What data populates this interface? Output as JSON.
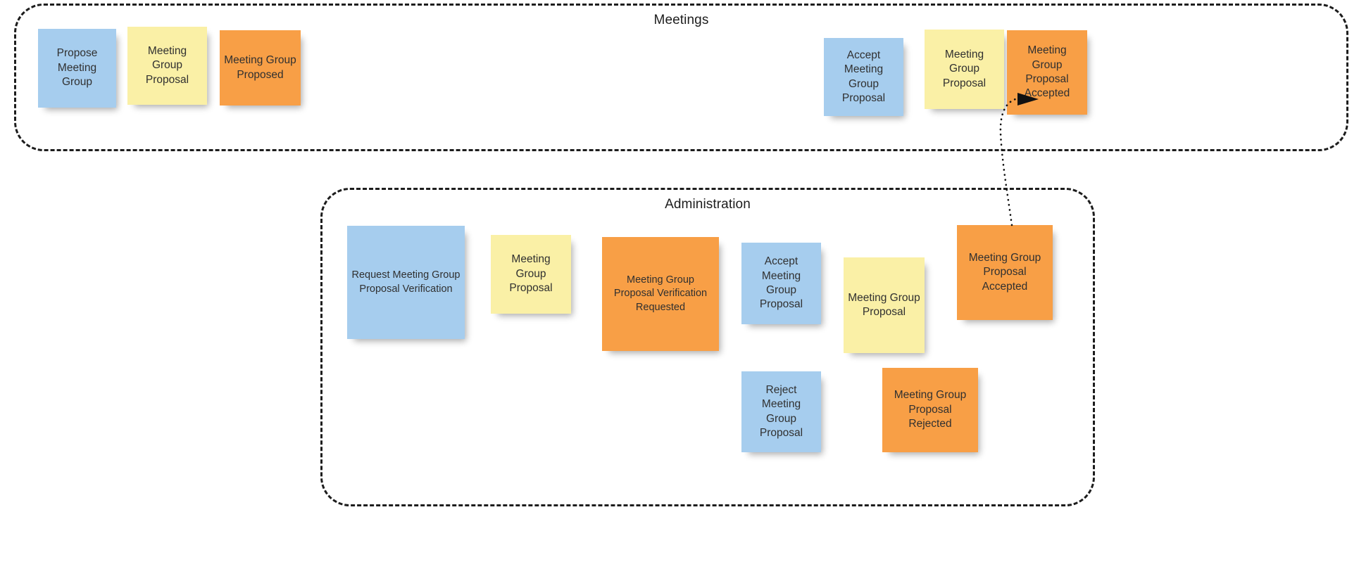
{
  "diagram": {
    "type": "event-storming-board",
    "background_color": "#ffffff",
    "palette": {
      "command": "#a6cdee",
      "aggregate": "#faf0a6",
      "event": "#f89f46",
      "boundary": "#1d1d1d",
      "text": "#303030"
    }
  },
  "contexts": [
    {
      "id": "meetings",
      "title": "Meetings",
      "stickies": [
        {
          "id": "m1",
          "kind": "command",
          "label": "Propose Meeting Group"
        },
        {
          "id": "m2",
          "kind": "aggregate",
          "label": "Meeting Group Proposal"
        },
        {
          "id": "m3",
          "kind": "event",
          "label": "Meeting Group Proposed"
        },
        {
          "id": "m4",
          "kind": "command",
          "label": "Accept Meeting Group Proposal"
        },
        {
          "id": "m5",
          "kind": "aggregate",
          "label": "Meeting Group Proposal"
        },
        {
          "id": "m6",
          "kind": "event",
          "label": "Meeting Group Proposal Accepted"
        }
      ]
    },
    {
      "id": "administration",
      "title": "Administration",
      "stickies": [
        {
          "id": "a1",
          "kind": "command",
          "label": "Request Meeting Group Proposal Verification"
        },
        {
          "id": "a2",
          "kind": "aggregate",
          "label": "Meeting Group Proposal"
        },
        {
          "id": "a3",
          "kind": "event",
          "label": "Meeting Group Proposal Verification Requested"
        },
        {
          "id": "a4",
          "kind": "command",
          "label": "Accept Meeting Group Proposal"
        },
        {
          "id": "a5",
          "kind": "aggregate",
          "label": "Meeting Group Proposal"
        },
        {
          "id": "a6",
          "kind": "event",
          "label": "Meeting Group Proposal Accepted"
        },
        {
          "id": "a7",
          "kind": "command",
          "label": "Reject Meeting Group Proposal"
        },
        {
          "id": "a8",
          "kind": "event",
          "label": "Meeting Group Proposal Rejected"
        }
      ]
    }
  ],
  "connectors": [
    {
      "id": "c1",
      "style": "dotted",
      "from": "Meeting Group Proposal Accepted",
      "to": "Accept Meeting Group Proposal",
      "arrowhead": "filled-triangle"
    }
  ]
}
